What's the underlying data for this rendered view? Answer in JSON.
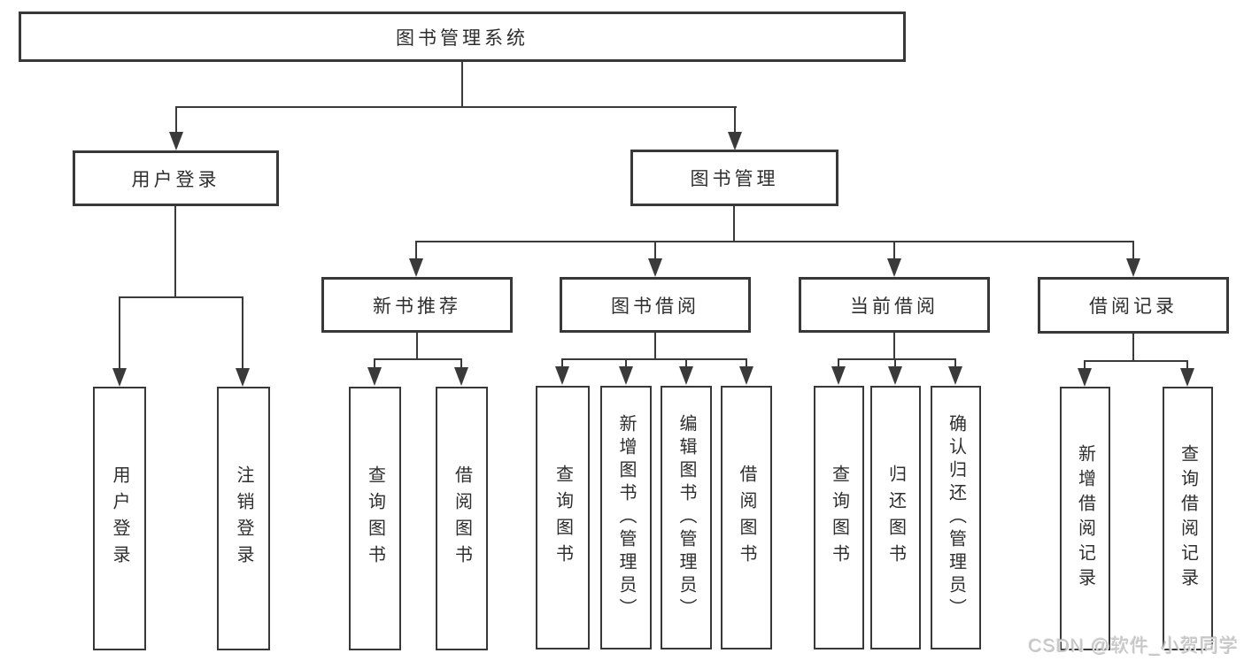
{
  "diagram": {
    "tree": {
      "label": "图书管理系统",
      "children": [
        {
          "label": "用户登录",
          "children": [
            {
              "label": "用户登录"
            },
            {
              "label": "注销登录"
            }
          ]
        },
        {
          "label": "图书管理",
          "children": [
            {
              "label": "新书推荐",
              "children": [
                {
                  "label": "查询图书"
                },
                {
                  "label": "借阅图书"
                }
              ]
            },
            {
              "label": "图书借阅",
              "children": [
                {
                  "label": "查询图书"
                },
                {
                  "label": "新增图书（管理员）"
                },
                {
                  "label": "编辑图书（管理员）"
                },
                {
                  "label": "借阅图书"
                }
              ]
            },
            {
              "label": "当前借阅",
              "children": [
                {
                  "label": "查询图书"
                },
                {
                  "label": "归还图书"
                },
                {
                  "label": "确认归还（管理员）"
                }
              ]
            },
            {
              "label": "借阅记录",
              "children": [
                {
                  "label": "新增借阅记录"
                },
                {
                  "label": "查询借阅记录"
                }
              ]
            }
          ]
        }
      ]
    },
    "watermark": "CSDN @软件_小贺同学",
    "colors": {
      "line": "#3a3a3a",
      "box_border": "#383838",
      "box_fill": "#ffffff",
      "text": "#2e2e2e",
      "watermark": "#c6c6c6"
    }
  }
}
